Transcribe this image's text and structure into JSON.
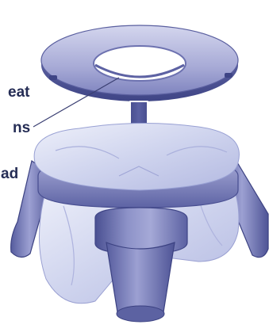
{
  "callouts": [
    "eat",
    "ns",
    "ad"
  ],
  "colors": {
    "plastic_light": "#c8cae6",
    "plastic_mid": "#8b8fc5",
    "plastic_dark": "#4e5497",
    "bag": "#d7dcf1",
    "arrow": "#3f4486",
    "text": "#252d55"
  }
}
